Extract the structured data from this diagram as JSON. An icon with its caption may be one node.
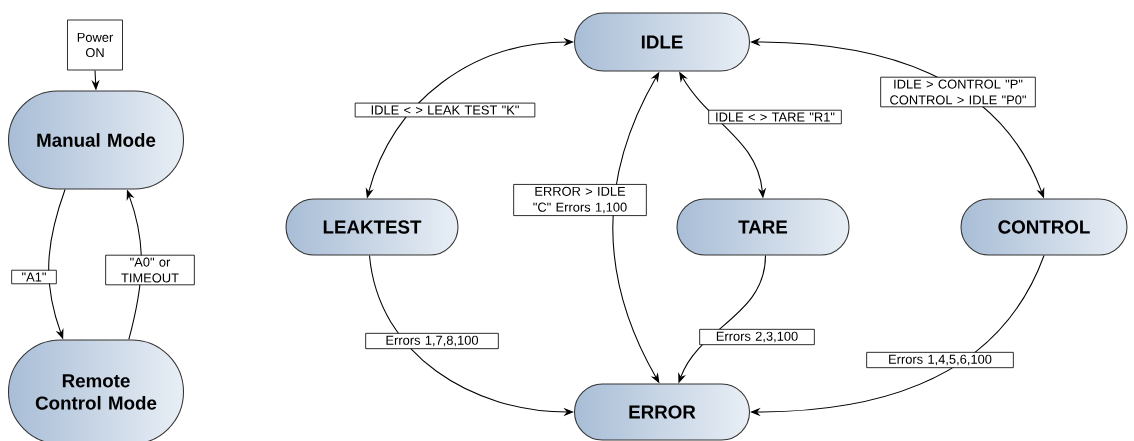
{
  "diagram": {
    "nodes": [
      {
        "text": [
          "Power ON"
        ]
      },
      {
        "text": [
          "Manual Mode"
        ]
      },
      {
        "text": [
          "Remote Control Mode"
        ]
      },
      {
        "text": [
          "IDLE"
        ]
      },
      {
        "text": [
          "LEAKTEST"
        ]
      },
      {
        "text": [
          "TARE"
        ]
      },
      {
        "text": [
          "CONTROL"
        ]
      },
      {
        "text": [
          "ERROR"
        ]
      }
    ],
    "edges": [
      {
        "from": 0,
        "to": 1,
        "arrow": "to"
      },
      {
        "from": 1,
        "to": 2,
        "arrow": "to",
        "label": "\"A1\""
      },
      {
        "from": 2,
        "to": 1,
        "arrow": "to",
        "label": "\"A0\" or TIMEOUT"
      },
      {
        "from": 3,
        "to": 4,
        "arrow": "both",
        "label": "IDLE < > LEAK TEST \"K\""
      },
      {
        "from": 3,
        "to": 5,
        "arrow": "both",
        "label": "IDLE < > TARE \"R1\""
      },
      {
        "from": 3,
        "to": 6,
        "arrow": "both",
        "label": "IDLE > CONTROL \"P\" CONTROL > IDLE \"P0\""
      },
      {
        "from": 7,
        "to": 3,
        "arrow": "both",
        "label": "ERROR > IDLE \"C\" Errors 1,100"
      },
      {
        "from": 4,
        "to": 7,
        "arrow": "to",
        "label": "Errors 1,7,8,100"
      },
      {
        "from": 5,
        "to": 7,
        "arrow": "to",
        "label": "Errors 2,3,100"
      },
      {
        "from": 6,
        "to": 7,
        "arrow": "to",
        "label": "Errors 1,4,5,6,100"
      }
    ]
  }
}
